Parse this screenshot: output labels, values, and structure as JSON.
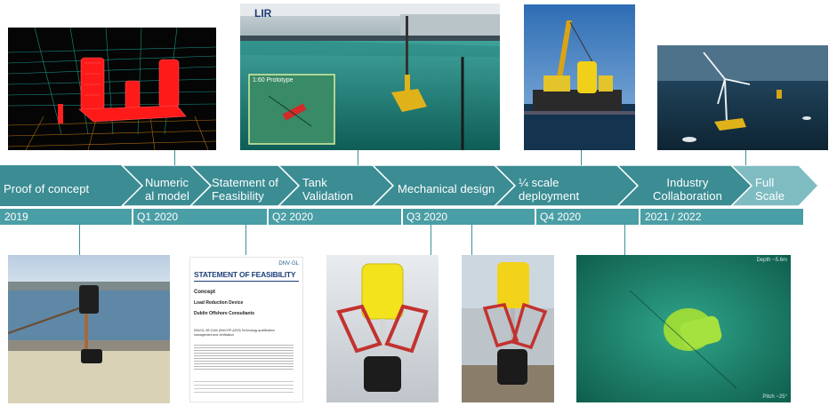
{
  "stages": [
    {
      "id": "proof",
      "label": "Proof of concept"
    },
    {
      "id": "numeric",
      "label": "Numeric\nal model"
    },
    {
      "id": "feasibility",
      "label": "Statement of\nFeasibility"
    },
    {
      "id": "tank",
      "label": "Tank\nValidation"
    },
    {
      "id": "mechanical",
      "label": "Mechanical design"
    },
    {
      "id": "quarter",
      "label": "¼ scale\ndeployment"
    },
    {
      "id": "industry",
      "label": "Industry\nCollaboration"
    },
    {
      "id": "full",
      "label": "Full\nScale"
    }
  ],
  "years": [
    "2019",
    "Q1 2020",
    "Q2 2020",
    "Q3 2020",
    "Q4 2020",
    "2021 / 2022"
  ],
  "photos": {
    "tank_inset_label": "1:60 Prototype",
    "tank_sign": "LIR",
    "feasibility_doc": {
      "logo": "DNV·GL",
      "title": "STATEMENT OF FEASIBILITY",
      "concept": "Concept",
      "device": "Load Reduction Device",
      "company": "Dublin Offshore Consultants",
      "standard": "DNVGL-SE-0160 (DNV-RP-A203) Technology qualification management and verification"
    },
    "underwater_depth_top": "Depth ~5.6m",
    "underwater_depth_bottom": "Pitch ~25°"
  },
  "colors": {
    "band_dark": "#3b8c93",
    "band_light": "#7fbcc1",
    "year_bar": "#4a9ea5"
  }
}
